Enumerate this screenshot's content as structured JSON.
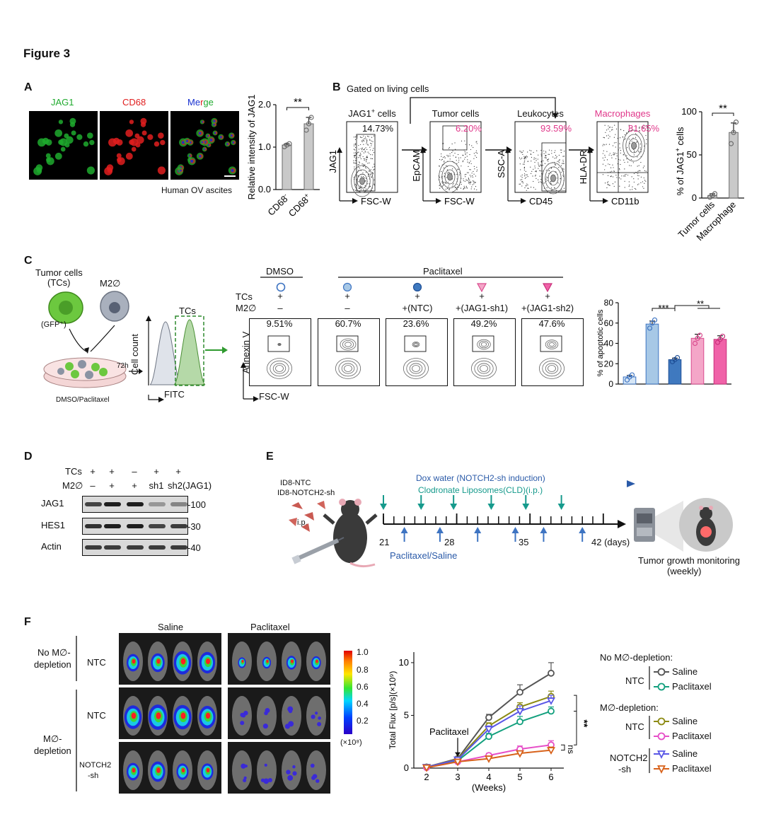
{
  "figure_title": "Figure 3",
  "panels": {
    "A": {
      "letter": "A",
      "mic_labels": [
        "JAG1",
        "CD68",
        "Merge"
      ],
      "mic_colors": [
        "#1faa2e",
        "#e01e1e",
        "#1730d0"
      ],
      "caption": "Human OV ascites",
      "ylabel": "Relative intensity of JAG1",
      "sig": "**",
      "x_cd68_neg": "CD68",
      "x_cd68_neg_sup": "-",
      "x_cd68_pos": "CD68",
      "x_cd68_pos_sup": "+"
    },
    "B": {
      "letter": "B",
      "gate_label": "Gated on living cells",
      "plots": [
        {
          "title": "JAG1",
          "title_sup": "+",
          "title_rest": " cells",
          "pct": "14.73%",
          "ylabel": "JAG1",
          "xlabel": "FSC-W"
        },
        {
          "title": "Tumor cells",
          "pct": "6.20%",
          "ylabel": "EpCAM",
          "xlabel": "FSC-W"
        },
        {
          "title": "Leukocytes",
          "pct": "93.59%",
          "ylabel": "SSC-A",
          "xlabel": "CD45"
        },
        {
          "title": "Macrophages",
          "pct": "81.65%",
          "ylabel": "HLA-DR",
          "xlabel": "CD11b"
        }
      ],
      "ylabel": "% of JAG1",
      "ylabel_sup": "+",
      "ylabel_rest": " cells",
      "sig": "**",
      "x_labels": [
        "Tumor cells",
        "Macrophage"
      ],
      "pink": "#e0378a"
    },
    "C": {
      "letter": "C",
      "tumor_label_1": "Tumor cells",
      "tumor_label_2": "(TCs)",
      "m2_label": "M2∅",
      "gfp_label": "(GFP⁺)",
      "time_label": "72h",
      "dish_label": "DMSO/Paclitaxel",
      "hist_tcs": "TCs",
      "hist_ylabel": "Cell count",
      "hist_xlabel": "FITC",
      "dmso": "DMSO",
      "paclitaxel": "Paclitaxel",
      "row_tcs": "TCs",
      "row_m2": "M2∅",
      "tcs_signs": [
        "+",
        "+",
        "+",
        "+",
        "+"
      ],
      "m2_signs": [
        "–",
        "–",
        "+(NTC)",
        "+(JAG1-sh1)",
        "+(JAG1-sh2)"
      ],
      "pcts": [
        "9.51%",
        "60.7%",
        "23.6%",
        "49.2%",
        "47.6%"
      ],
      "flow_ylabel": "Annexin V",
      "flow_xlabel": "FSC-W",
      "sig1": "***",
      "sig2": "**",
      "bar_ylabel": "% of apoptotic cells"
    },
    "D": {
      "letter": "D",
      "row_tcs": "TCs",
      "row_m2": "M2∅",
      "tcs_signs": [
        "+",
        "+",
        "–",
        "+",
        "+"
      ],
      "m2_signs": [
        "–",
        "+",
        "+",
        "sh1",
        "sh2(JAG1)"
      ],
      "proteins": [
        "JAG1",
        "HES1",
        "Actin"
      ],
      "markers": [
        "-100",
        "-30",
        "-40"
      ]
    },
    "E": {
      "letter": "E",
      "cells_1": "ID8-NTC",
      "cells_2": "ID8-NOTCH2-sh",
      "route": "i.p.",
      "dox": "Dox water (NOTCH2-sh induction)",
      "cld": "Clodronate Liposomes(CLD)(i.p.)",
      "days": [
        "21",
        "28",
        "35",
        "42 (days)"
      ],
      "ptx": "Paclitaxel/Saline",
      "monitor_1": "Tumor growth monitoring",
      "monitor_2": "(weekly)"
    },
    "F": {
      "letter": "F",
      "col_saline": "Saline",
      "col_ptx": "Paclitaxel",
      "grp1_1": "No M∅-",
      "grp1_2": "depletion",
      "grp2_1": "M∅-",
      "grp2_2": "depletion",
      "row_ntc": "NTC",
      "row_ntc2": "NTC",
      "row_notch_1": "NOTCH2",
      "row_notch_2": "-sh",
      "scale_exp": "(×10⁸)",
      "arrow_label": "Paclitaxel",
      "sig_ns": "ns",
      "sig": "**",
      "legend": {
        "h1": "No M∅-depletion:",
        "h2": "M∅-depletion:",
        "g1": "NTC",
        "g2": "NTC",
        "g3_1": "NOTCH2",
        "g3_2": "-sh",
        "items": [
          "Saline",
          "Paclitaxel",
          "Saline",
          "Paclitaxel",
          "Saline",
          "Paclitaxel"
        ]
      }
    }
  },
  "chart_data": [
    {
      "panel": "A",
      "type": "bar",
      "categories": [
        "CD68-",
        "CD68+"
      ],
      "values": [
        1.05,
        1.55
      ],
      "errors": [
        0.03,
        0.15
      ],
      "points": [
        [
          1.01,
          1.05,
          1.08
        ],
        [
          1.4,
          1.55,
          1.7
        ]
      ],
      "ylabel": "Relative intensity of JAG1",
      "yticks": [
        "0.0",
        "1.0",
        "2.0"
      ],
      "ylim": [
        0,
        2.0
      ],
      "colors": [
        "#c9c9c9",
        "#c9c9c9"
      ]
    },
    {
      "panel": "B",
      "type": "bar",
      "categories": [
        "Tumor cells",
        "Macrophage"
      ],
      "values": [
        3,
        76
      ],
      "errors": [
        2,
        11
      ],
      "points": [
        [
          1,
          3,
          5
        ],
        [
          63,
          76,
          88
        ]
      ],
      "ylabel": "% of JAG1+ cells",
      "yticks": [
        "0",
        "50",
        "100"
      ],
      "ylim": [
        0,
        100
      ],
      "colors": [
        "#c9c9c9",
        "#c9c9c9"
      ]
    },
    {
      "panel": "C",
      "type": "bar",
      "categories": [
        "DMSO",
        "Paclitaxel",
        "Paclitaxel+NTC",
        "Paclitaxel+JAG1-sh1",
        "Paclitaxel+JAG1-sh2"
      ],
      "values": [
        7,
        59,
        24,
        45,
        44
      ],
      "errors": [
        1.5,
        3,
        1.5,
        4,
        3.5
      ],
      "points": [
        [
          4,
          7,
          9
        ],
        [
          55,
          60,
          63
        ],
        [
          22,
          24,
          26
        ],
        [
          40,
          45,
          48
        ],
        [
          41,
          44,
          47
        ]
      ],
      "ylabel": "% of apoptotic cells",
      "yticks": [
        "0",
        "20",
        "40",
        "60",
        "80"
      ],
      "ylim": [
        0,
        80
      ],
      "colors": [
        "#d6e6f6",
        "#a7c8e6",
        "#3f79bf",
        "#f4a6c8",
        "#f062a8"
      ],
      "edge_colors": [
        "#3e74c2",
        "#3e74c2",
        "#1f4f96",
        "#d94b8e",
        "#c8307a"
      ]
    },
    {
      "panel": "F",
      "type": "line",
      "x": [
        2,
        3,
        4,
        5,
        6
      ],
      "xlabel": "(Weeks)",
      "ylabel": "Total Flux [p/s](×10⁹)",
      "yticks": [
        "0",
        "5",
        "10"
      ],
      "ylim": [
        0,
        11
      ],
      "series": [
        {
          "name": "Saline",
          "group": "No M∅-depletion NTC",
          "color": "#555555",
          "marker": "circle",
          "values": [
            0.1,
            0.9,
            4.8,
            7.2,
            9.0
          ],
          "errors": [
            0.1,
            0.1,
            0.3,
            0.7,
            1.0
          ]
        },
        {
          "name": "Paclitaxel",
          "group": "No M∅-depletion NTC",
          "color": "#13a07e",
          "marker": "circle",
          "values": [
            0.1,
            0.7,
            3.0,
            4.4,
            5.4
          ],
          "errors": [
            0.1,
            0.1,
            0.3,
            0.5,
            0.4
          ]
        },
        {
          "name": "Saline",
          "group": "M∅-depletion NTC",
          "color": "#8c8a12",
          "marker": "circle",
          "values": [
            0.1,
            0.85,
            4.0,
            5.8,
            6.8
          ],
          "errors": [
            0.1,
            0.1,
            0.3,
            0.4,
            0.5
          ]
        },
        {
          "name": "Paclitaxel",
          "group": "M∅-depletion NTC",
          "color": "#e64fc8",
          "marker": "circle",
          "values": [
            0.05,
            0.6,
            1.2,
            1.8,
            2.2
          ],
          "errors": [
            0.05,
            0.1,
            0.2,
            0.3,
            0.4
          ]
        },
        {
          "name": "Saline",
          "group": "M∅-depletion NOTCH2-sh",
          "color": "#5a57e6",
          "marker": "triangle-down",
          "values": [
            0.1,
            0.8,
            3.7,
            5.4,
            6.4
          ],
          "errors": [
            0.1,
            0.1,
            0.3,
            0.5,
            0.5
          ]
        },
        {
          "name": "Paclitaxel",
          "group": "M∅-depletion NOTCH2-sh",
          "color": "#d8621b",
          "marker": "triangle-down",
          "values": [
            0.05,
            0.6,
            0.9,
            1.4,
            1.7
          ],
          "errors": [
            0.05,
            0.1,
            0.1,
            0.2,
            0.3
          ]
        }
      ]
    }
  ]
}
